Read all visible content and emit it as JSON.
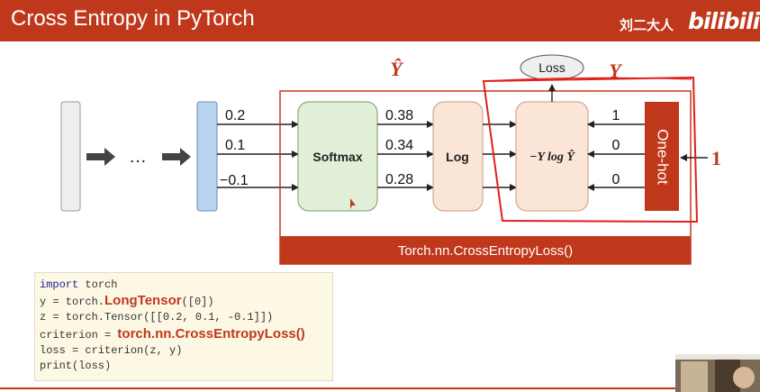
{
  "header": {
    "title": "Cross Entropy in PyTorch",
    "watermark_cn": "刘二大人",
    "watermark_logo": "bilibili"
  },
  "diagram": {
    "ellipsis": "…",
    "layer_outputs": [
      "0.2",
      "0.1",
      "−0.1"
    ],
    "softmax_label": "Softmax",
    "softmax_outputs": [
      "0.38",
      "0.34",
      "0.28"
    ],
    "log_label": "Log",
    "nll_formula": "−Y log Ŷ",
    "one_hot_inputs": [
      "1",
      "0",
      "0"
    ],
    "one_hot_label": "One-hot",
    "target_label": "1",
    "loss_label": "Loss",
    "y_hat_label": "Ŷ",
    "y_label": "Y",
    "module_label": "Torch.nn.CrossEntropyLoss()"
  },
  "code": {
    "line1_kw": "import",
    "line1_rest": " torch",
    "line2_pre": "y = torch.",
    "line2_hl": "LongTensor",
    "line2_post": "([0])",
    "line3": "z = torch.Tensor([[0.2, 0.1, -0.1]])",
    "line4_pre": "criterion = ",
    "line4_hl": "torch.nn.CrossEntropyLoss()",
    "line5": "loss = criterion(z, y)",
    "line6": "print(loss)"
  },
  "colors": {
    "brand_red": "#C0381C",
    "input_grey": "#EFEFEF",
    "layer_blue": "#B7D3EE",
    "softmax_green": "#E2F0D9",
    "log_peach": "#FBE5D6",
    "code_bg": "#FDF8E4"
  }
}
